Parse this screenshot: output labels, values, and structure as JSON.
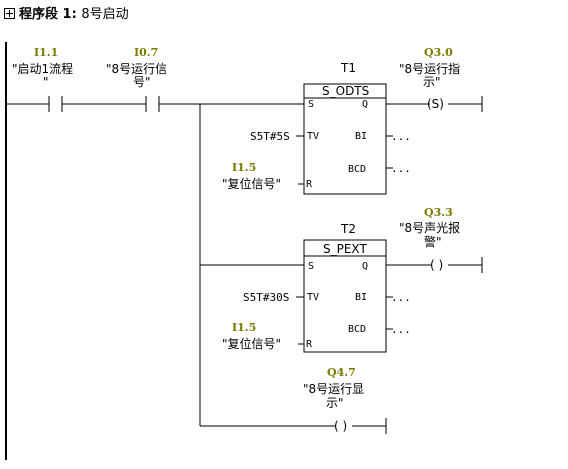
{
  "network": {
    "label": "程序段 1",
    "sep": ":",
    "title": "8号启动"
  },
  "contacts": [
    {
      "addr": "I1.1",
      "sym1": "\"启动1流程",
      "sym2": "\""
    },
    {
      "addr": "I0.7",
      "sym1": "\"8号运行信",
      "sym2": "号\""
    }
  ],
  "timers": [
    {
      "name": "T1",
      "type": "S_ODTS",
      "tv": "S5T#5S",
      "reset_addr": "I1.5",
      "reset_sym": "\"复位信号\""
    },
    {
      "name": "T2",
      "type": "S_PEXT",
      "tv": "S5T#30S",
      "reset_addr": "I1.5",
      "reset_sym": "\"复位信号\""
    }
  ],
  "pins": {
    "s": "S",
    "q": "Q",
    "tv": "TV",
    "bi": "BI",
    "bcd": "BCD",
    "r": "R",
    "open": "..."
  },
  "coils": [
    {
      "addr": "Q3.0",
      "sym1": "\"8号运行指",
      "sym2": "示\"",
      "kind": "(S)"
    },
    {
      "addr": "Q3.3",
      "sym1": "\"8号声光报",
      "sym2": "警\"",
      "kind": "( )"
    },
    {
      "addr": "Q4.7",
      "sym1": "\"8号运行显",
      "sym2": "示\"",
      "kind": "( )"
    }
  ]
}
